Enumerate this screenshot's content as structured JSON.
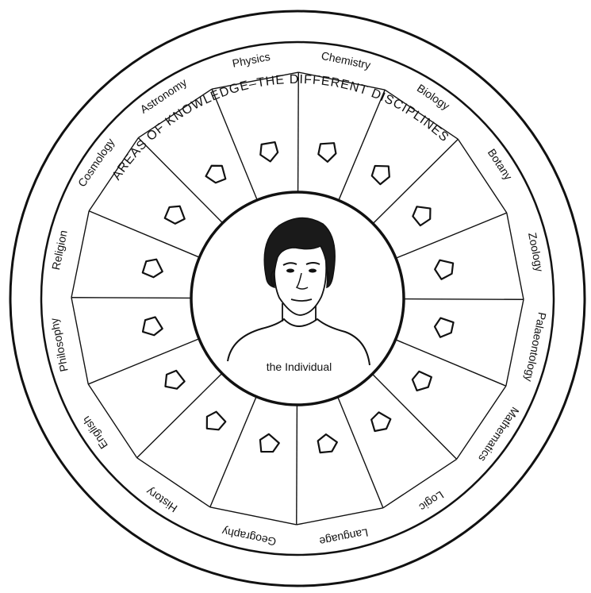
{
  "title": "AREAS OF KNOWLEDGE–THE DIFFERENT DISCIPLINES",
  "center_label": "the Individual",
  "disciplines": [
    "Physics",
    "Chemistry",
    "Biology",
    "Botany",
    "Zoology",
    "Palaeontology",
    "Mathematics",
    "Logic",
    "Language",
    "Geography",
    "History",
    "English",
    "Philosophy",
    "Religion",
    "Cosmology",
    "Astronomy"
  ],
  "colors": {
    "ink": "#111111",
    "paper": "#ffffff"
  }
}
